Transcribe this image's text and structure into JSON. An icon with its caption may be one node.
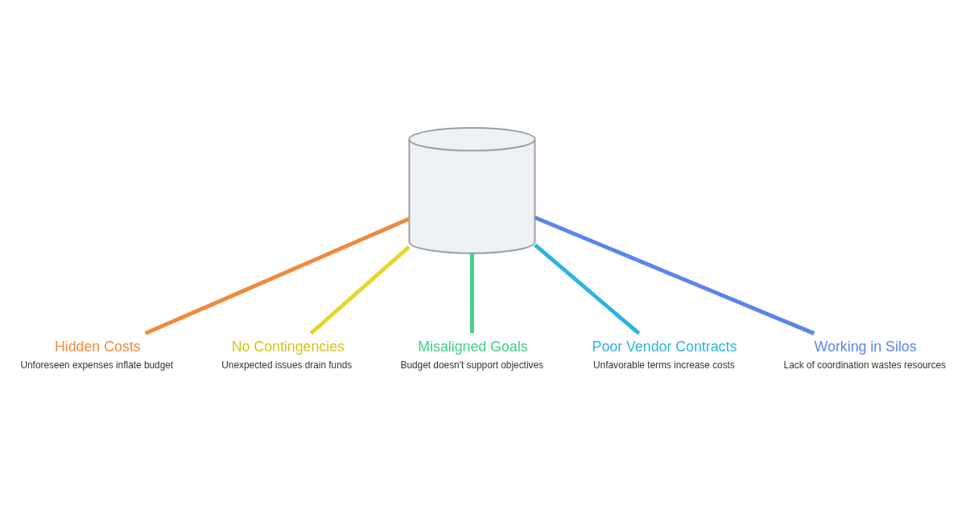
{
  "diagram": {
    "nodes": [
      {
        "text": [],
        "shape": "picture"
      },
      {
        "text": [
          "Hidden Costs",
          "Unforeseen expenses inflate budget"
        ]
      },
      {
        "text": [
          "No Contingencies",
          "Unexpected issues drain funds"
        ]
      },
      {
        "text": [
          "Misaligned Goals",
          "Budget doesn't support objectives"
        ]
      },
      {
        "text": [
          "Poor Vendor Contracts",
          "Unfavorable terms increase costs"
        ]
      },
      {
        "text": [
          "Working in Silos",
          "Lack of coordination wastes resources"
        ]
      }
    ],
    "edges": [
      {
        "from": 0,
        "to": 1,
        "arrow": "none",
        "color": "#ef8a3c"
      },
      {
        "from": 0,
        "to": 2,
        "arrow": "none",
        "color": "#e6d62c"
      },
      {
        "from": 0,
        "to": 3,
        "arrow": "none",
        "color": "#3fcf8c"
      },
      {
        "from": 0,
        "to": 4,
        "arrow": "none",
        "color": "#2bb3e3"
      },
      {
        "from": 0,
        "to": 5,
        "arrow": "none",
        "color": "#5b84ef"
      }
    ]
  }
}
